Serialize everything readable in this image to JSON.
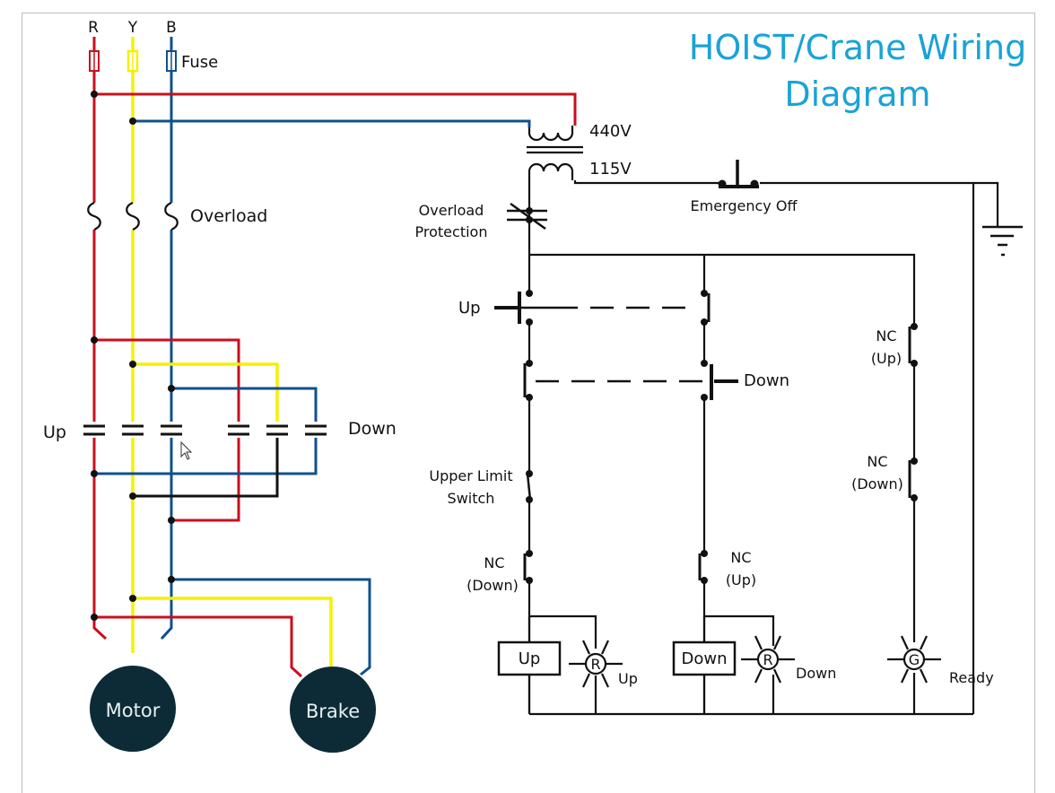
{
  "title": {
    "line1": "HOIST/Crane Wiring",
    "line2": "Diagram",
    "color": "#1aa3d6"
  },
  "phases": [
    {
      "label": "R",
      "color": "#c8101e"
    },
    {
      "label": "Y",
      "color": "#f5f000"
    },
    {
      "label": "B",
      "color": "#10508c"
    }
  ],
  "power_circuit": {
    "fuse_label": "Fuse",
    "overload_label": "Overload",
    "contactor_up_label": "Up",
    "contactor_down_label": "Down",
    "motor_label": "Motor",
    "brake_label": "Brake",
    "device_fill": "#0d2b36"
  },
  "control_circuit": {
    "primary_voltage": "440V",
    "secondary_voltage": "115V",
    "emergency_off_label": "Emergency Off",
    "overload_protection_label": [
      "Overload",
      "Protection"
    ],
    "up_button_label": "Up",
    "down_button_label": "Down",
    "upper_limit_label": [
      "Upper Limit",
      "Switch"
    ],
    "nc_down_left": [
      "NC",
      "(Down)"
    ],
    "nc_up_mid": [
      "NC",
      "(Up)"
    ],
    "nc_up_right": [
      "NC",
      "(Up)"
    ],
    "nc_down_right": [
      "NC",
      "(Down)"
    ],
    "coil_up_label": "Up",
    "coil_down_label": "Down",
    "lamp_up": {
      "letter": "R",
      "label": "Up"
    },
    "lamp_down": {
      "letter": "R",
      "label": "Down"
    },
    "lamp_ready": {
      "letter": "G",
      "label": "Ready"
    }
  }
}
